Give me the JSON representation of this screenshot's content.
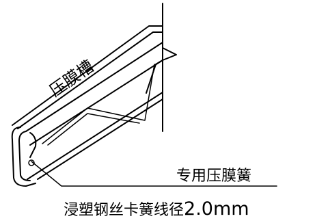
{
  "diagram": {
    "labels": {
      "groove": "压膜槽",
      "spring": "专用压膜簧",
      "wire_prefix": "浸塑钢丝卡簧线径",
      "wire_size": "2.0mm"
    }
  }
}
